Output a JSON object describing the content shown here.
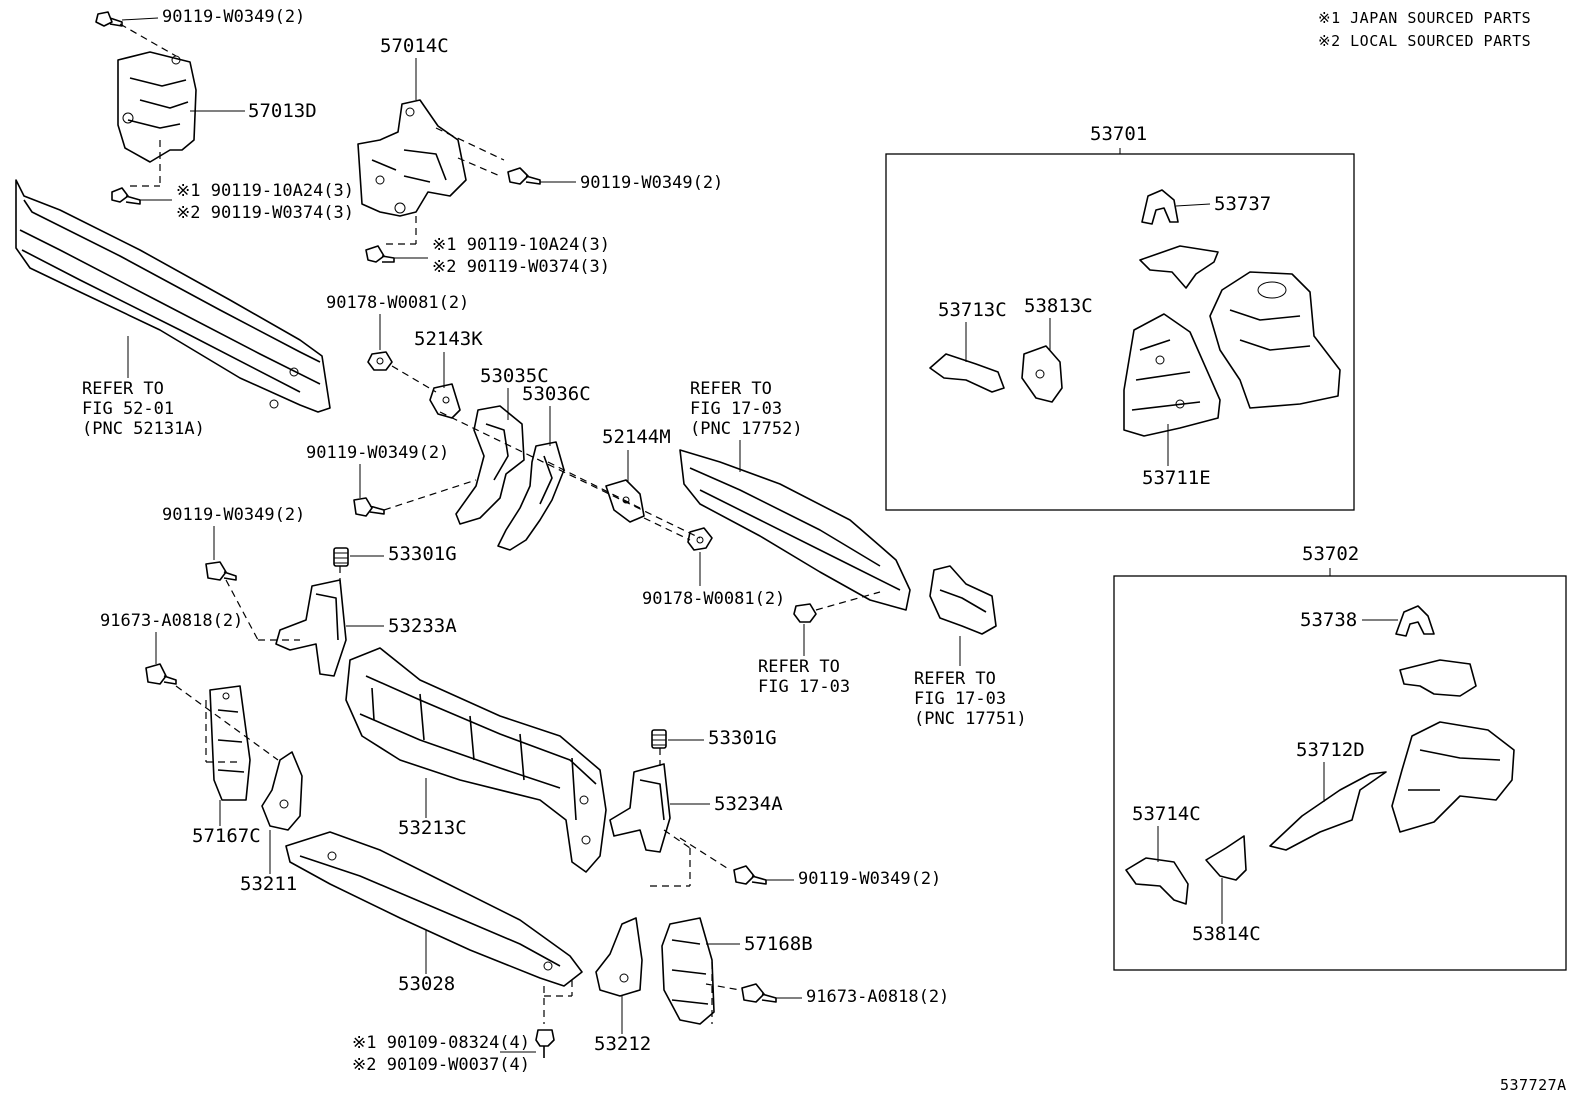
{
  "notes": {
    "japan": "※1 JAPAN SOURCED PARTS",
    "local": "※2 LOCAL SOURCED PARTS"
  },
  "figure_code": "537727A",
  "groups": {
    "g53701": "53701",
    "g53702": "53702"
  },
  "labels": {
    "l57014C": "57014C",
    "l57013D": "57013D",
    "b_w0349_a": "90119-W0349(2)",
    "b_w0349_b": "90119-W0349(2)",
    "b_w0349_c": "90119-W0349(2)",
    "b_w0349_d": "90119-W0349(2)",
    "b_w0349_e": "90119-W0349(2)",
    "b_10a24_a": "※1 90119-10A24(3)",
    "b_w0374_a": "※2 90119-W0374(3)",
    "b_10a24_b": "※1 90119-10A24(3)",
    "b_w0374_b": "※2 90119-W0374(3)",
    "n_w0081_a": "90178-W0081(2)",
    "n_w0081_b": "90178-W0081(2)",
    "l52143K": "52143K",
    "l53035C": "53035C",
    "l53036C": "53036C",
    "l52144M": "52144M",
    "ref_52131A_1": "REFER TO",
    "ref_52131A_2": "FIG 52-01",
    "ref_52131A_3": "(PNC 52131A)",
    "ref_17752_1": "REFER TO",
    "ref_17752_2": "FIG 17-03",
    "ref_17752_3": "(PNC 17752)",
    "ref_1703_1": "REFER TO",
    "ref_1703_2": "FIG 17-03",
    "ref_17751_1": "REFER TO",
    "ref_17751_2": "FIG 17-03",
    "ref_17751_3": "(PNC 17751)",
    "l53301G_a": "53301G",
    "l53301G_b": "53301G",
    "l53233A": "53233A",
    "l53234A": "53234A",
    "l53213C": "53213C",
    "b_a0818_a": "91673-A0818(2)",
    "b_a0818_b": "91673-A0818(2)",
    "l57167C": "57167C",
    "l53211": "53211",
    "l53028": "53028",
    "l57168B": "57168B",
    "l53212": "53212",
    "b_08324": "※1 90109-08324(4)",
    "b_w0037": "※2 90109-W0037(4)",
    "l53737": "53737",
    "l53713C": "53713C",
    "l53813C": "53813C",
    "l53711E": "53711E",
    "l53738": "53738",
    "l53712D": "53712D",
    "l53714C": "53714C",
    "l53814C": "53814C"
  }
}
